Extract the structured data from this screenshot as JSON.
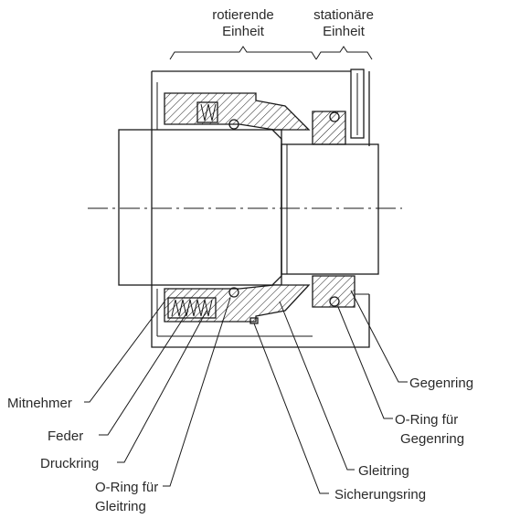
{
  "header": {
    "rotating_line1": "rotierende",
    "rotating_line2": "Einheit",
    "stationary_line1": "stationäre",
    "stationary_line2": "Einheit"
  },
  "labels": {
    "gegenring": "Gegenring",
    "oring_gegen_line1": "O-Ring für",
    "oring_gegen_line2": "Gegenring",
    "mitnehmer": "Mitnehmer",
    "feder": "Feder",
    "druckring": "Druckring",
    "oring_gleit_line1": "O-Ring für",
    "oring_gleit_line2": "Gleitring",
    "gleitring": "Gleitring",
    "sicherungsring": "Sicherungsring"
  }
}
